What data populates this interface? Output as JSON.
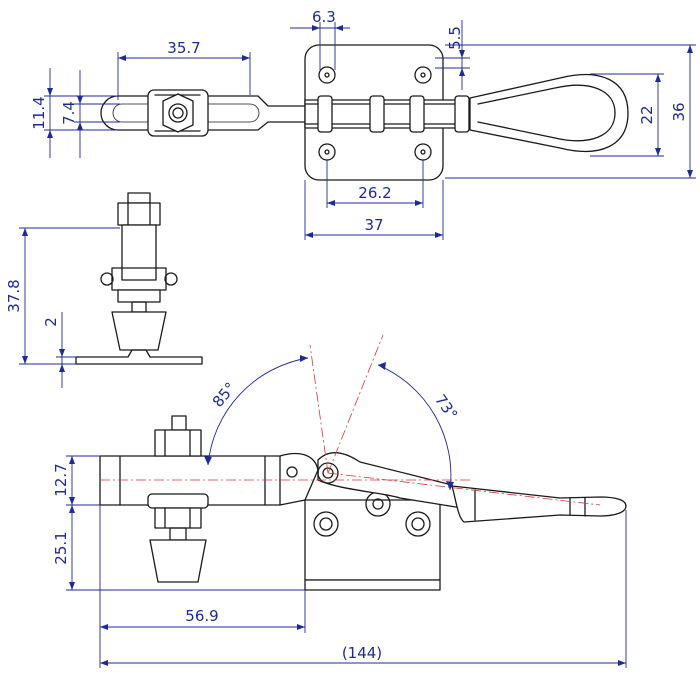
{
  "colors": {
    "dimension": "#1f2a96",
    "centerline": "#d23a3a",
    "outline": "#1a1a1a",
    "background": "#ffffff"
  },
  "dimensions": {
    "hole_diameter": "6.3",
    "edge_offset": "5.5",
    "handle_reach": "35.7",
    "width_11_4": "11.4",
    "width_7_4": "7.4",
    "handle_width": "22",
    "overall_width": "36",
    "hole_spacing": "26.2",
    "base_width": "37",
    "spindle_height": "37.8",
    "base_thickness": "2",
    "open_angle_85": "85°",
    "open_angle_73": "73°",
    "upper_height": "12.7",
    "lower_height": "25.1",
    "spindle_reach": "56.9",
    "overall_length": "(144)"
  }
}
